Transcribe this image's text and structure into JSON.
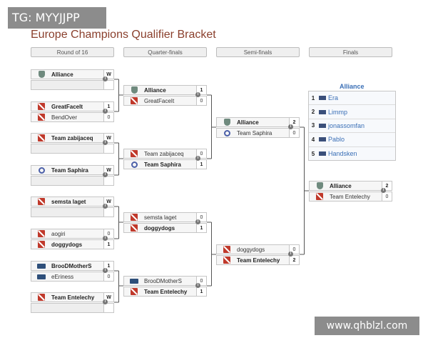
{
  "watermark_top": "TG: MYYJJPP",
  "watermark_bottom": "www.qhblzl.com",
  "title": "Europe Champions Qualifier Bracket",
  "rounds": [
    "Round of 16",
    "Quarter-finals",
    "Semi-finals",
    "Finals"
  ],
  "round_of_16": [
    {
      "name": "Alliance",
      "score": "W",
      "icon": "alliance-icon",
      "win": true
    },
    {
      "name": "",
      "score": "",
      "icon": "",
      "win": false
    },
    {
      "name": "GreatFaceIt",
      "score": "1",
      "icon": "dota-icon",
      "win": true
    },
    {
      "name": "BendOver",
      "score": "0",
      "icon": "dota-icon",
      "win": false
    },
    {
      "name": "Team zabijaceq",
      "score": "W",
      "icon": "dota-icon",
      "win": true
    },
    {
      "name": "",
      "score": "",
      "icon": "",
      "win": false
    },
    {
      "name": "Team Saphira",
      "score": "W",
      "icon": "saphira-icon",
      "win": true
    },
    {
      "name": "",
      "score": "",
      "icon": "",
      "win": false
    },
    {
      "name": "semsta laget",
      "score": "W",
      "icon": "dota-icon",
      "win": true
    },
    {
      "name": "",
      "score": "",
      "icon": "",
      "win": false
    },
    {
      "name": "aogiri",
      "score": "0",
      "icon": "dota-icon",
      "win": false
    },
    {
      "name": "doggydogs",
      "score": "1",
      "icon": "dota-icon",
      "win": true
    },
    {
      "name": "BrooDMotherS",
      "score": "1",
      "icon": "broodmothers-icon",
      "win": true
    },
    {
      "name": "eEriness",
      "score": "0",
      "icon": "broodmothers-icon",
      "win": false
    },
    {
      "name": "Team Entelechy",
      "score": "W",
      "icon": "dota-icon",
      "win": true
    },
    {
      "name": "",
      "score": "",
      "icon": "",
      "win": false
    }
  ],
  "quarter_finals": [
    {
      "name": "Alliance",
      "score": "1",
      "icon": "alliance-icon",
      "win": true
    },
    {
      "name": "GreatFaceIt",
      "score": "0",
      "icon": "dota-icon",
      "win": false
    },
    {
      "name": "Team zabijaceq",
      "score": "0",
      "icon": "dota-icon",
      "win": false
    },
    {
      "name": "Team Saphira",
      "score": "1",
      "icon": "saphira-icon",
      "win": true
    },
    {
      "name": "semsta laget",
      "score": "0",
      "icon": "dota-icon",
      "win": false
    },
    {
      "name": "doggydogs",
      "score": "1",
      "icon": "dota-icon",
      "win": true
    },
    {
      "name": "BrooDMotherS",
      "score": "0",
      "icon": "broodmothers-icon",
      "win": false
    },
    {
      "name": "Team Entelechy",
      "score": "1",
      "icon": "dota-icon",
      "win": true
    }
  ],
  "semi_finals": [
    {
      "name": "Alliance",
      "score": "2",
      "icon": "alliance-icon",
      "win": true
    },
    {
      "name": "Team Saphira",
      "score": "0",
      "icon": "saphira-icon",
      "win": false
    },
    {
      "name": "doggydogs",
      "score": "0",
      "icon": "dota-icon",
      "win": false
    },
    {
      "name": "Team Entelechy",
      "score": "2",
      "icon": "dota-icon",
      "win": true
    }
  ],
  "finals": [
    {
      "name": "Alliance",
      "score": "2",
      "icon": "alliance-icon",
      "win": true
    },
    {
      "name": "Team Entelechy",
      "score": "0",
      "icon": "dota-icon",
      "win": false
    }
  ],
  "winner_roster": {
    "team": "Alliance",
    "players": [
      {
        "num": "1",
        "name": "Era"
      },
      {
        "num": "2",
        "name": "Limmp"
      },
      {
        "num": "3",
        "name": "jonassomfan"
      },
      {
        "num": "4",
        "name": "Pablo"
      },
      {
        "num": "5",
        "name": "Handsken"
      }
    ]
  },
  "colors": {
    "title": "#8a3f2c",
    "roster_accent": "#3a6fb6",
    "dota_red": "#c0392b"
  }
}
